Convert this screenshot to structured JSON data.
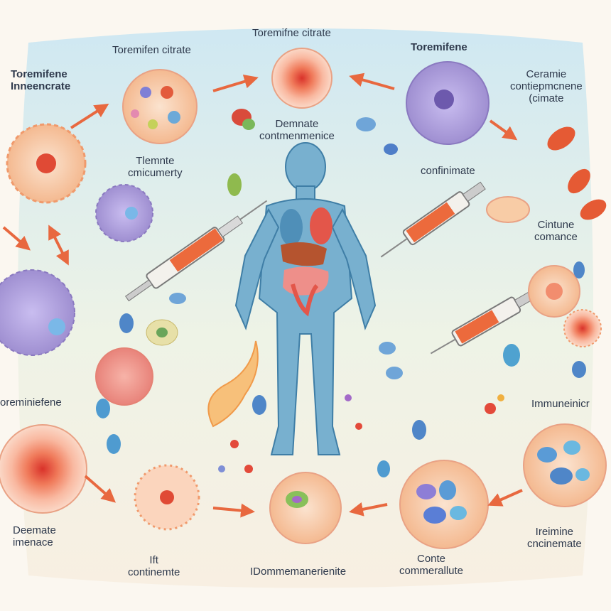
{
  "labels": {
    "top_left_title": [
      "Toremifene",
      "Inneencrate"
    ],
    "top_center_left": [
      "Toremifen citrate"
    ],
    "top_center": [
      "Toremifne citrate"
    ],
    "top_right_title": [
      "Toremifene"
    ],
    "far_right_top": [
      "Ceramie",
      "contiepmcnene",
      "(cimate"
    ],
    "center_body": [
      "Demnate",
      "contmenmenice"
    ],
    "left_mid": [
      "Tlemnte",
      "cmicumerty"
    ],
    "right_mid": [
      "confinimate"
    ],
    "right_cinture": [
      "Cintune",
      "comance"
    ],
    "left_low": [
      "oreminiefene"
    ],
    "right_low": [
      "Immuneinicr"
    ],
    "bottom_left": [
      "Deemate",
      "imenace"
    ],
    "bottom_left2": [
      "Ift",
      "continemte"
    ],
    "bottom_center": [
      "IDommemanerienite"
    ],
    "bottom_center_right": [
      "Conte",
      "commerallute"
    ],
    "bottom_right": [
      "Ireimine",
      "cncinemate"
    ]
  },
  "colors": {
    "background_blue": "#d7ecf3",
    "body_blue": "#6fa9c9",
    "organ_red": "#e4624a",
    "cell_purple": "#a897d6",
    "cell_orange": "#f6b48f",
    "arrow_orange": "#e8683f",
    "text_dark": "#2f3a4d"
  }
}
